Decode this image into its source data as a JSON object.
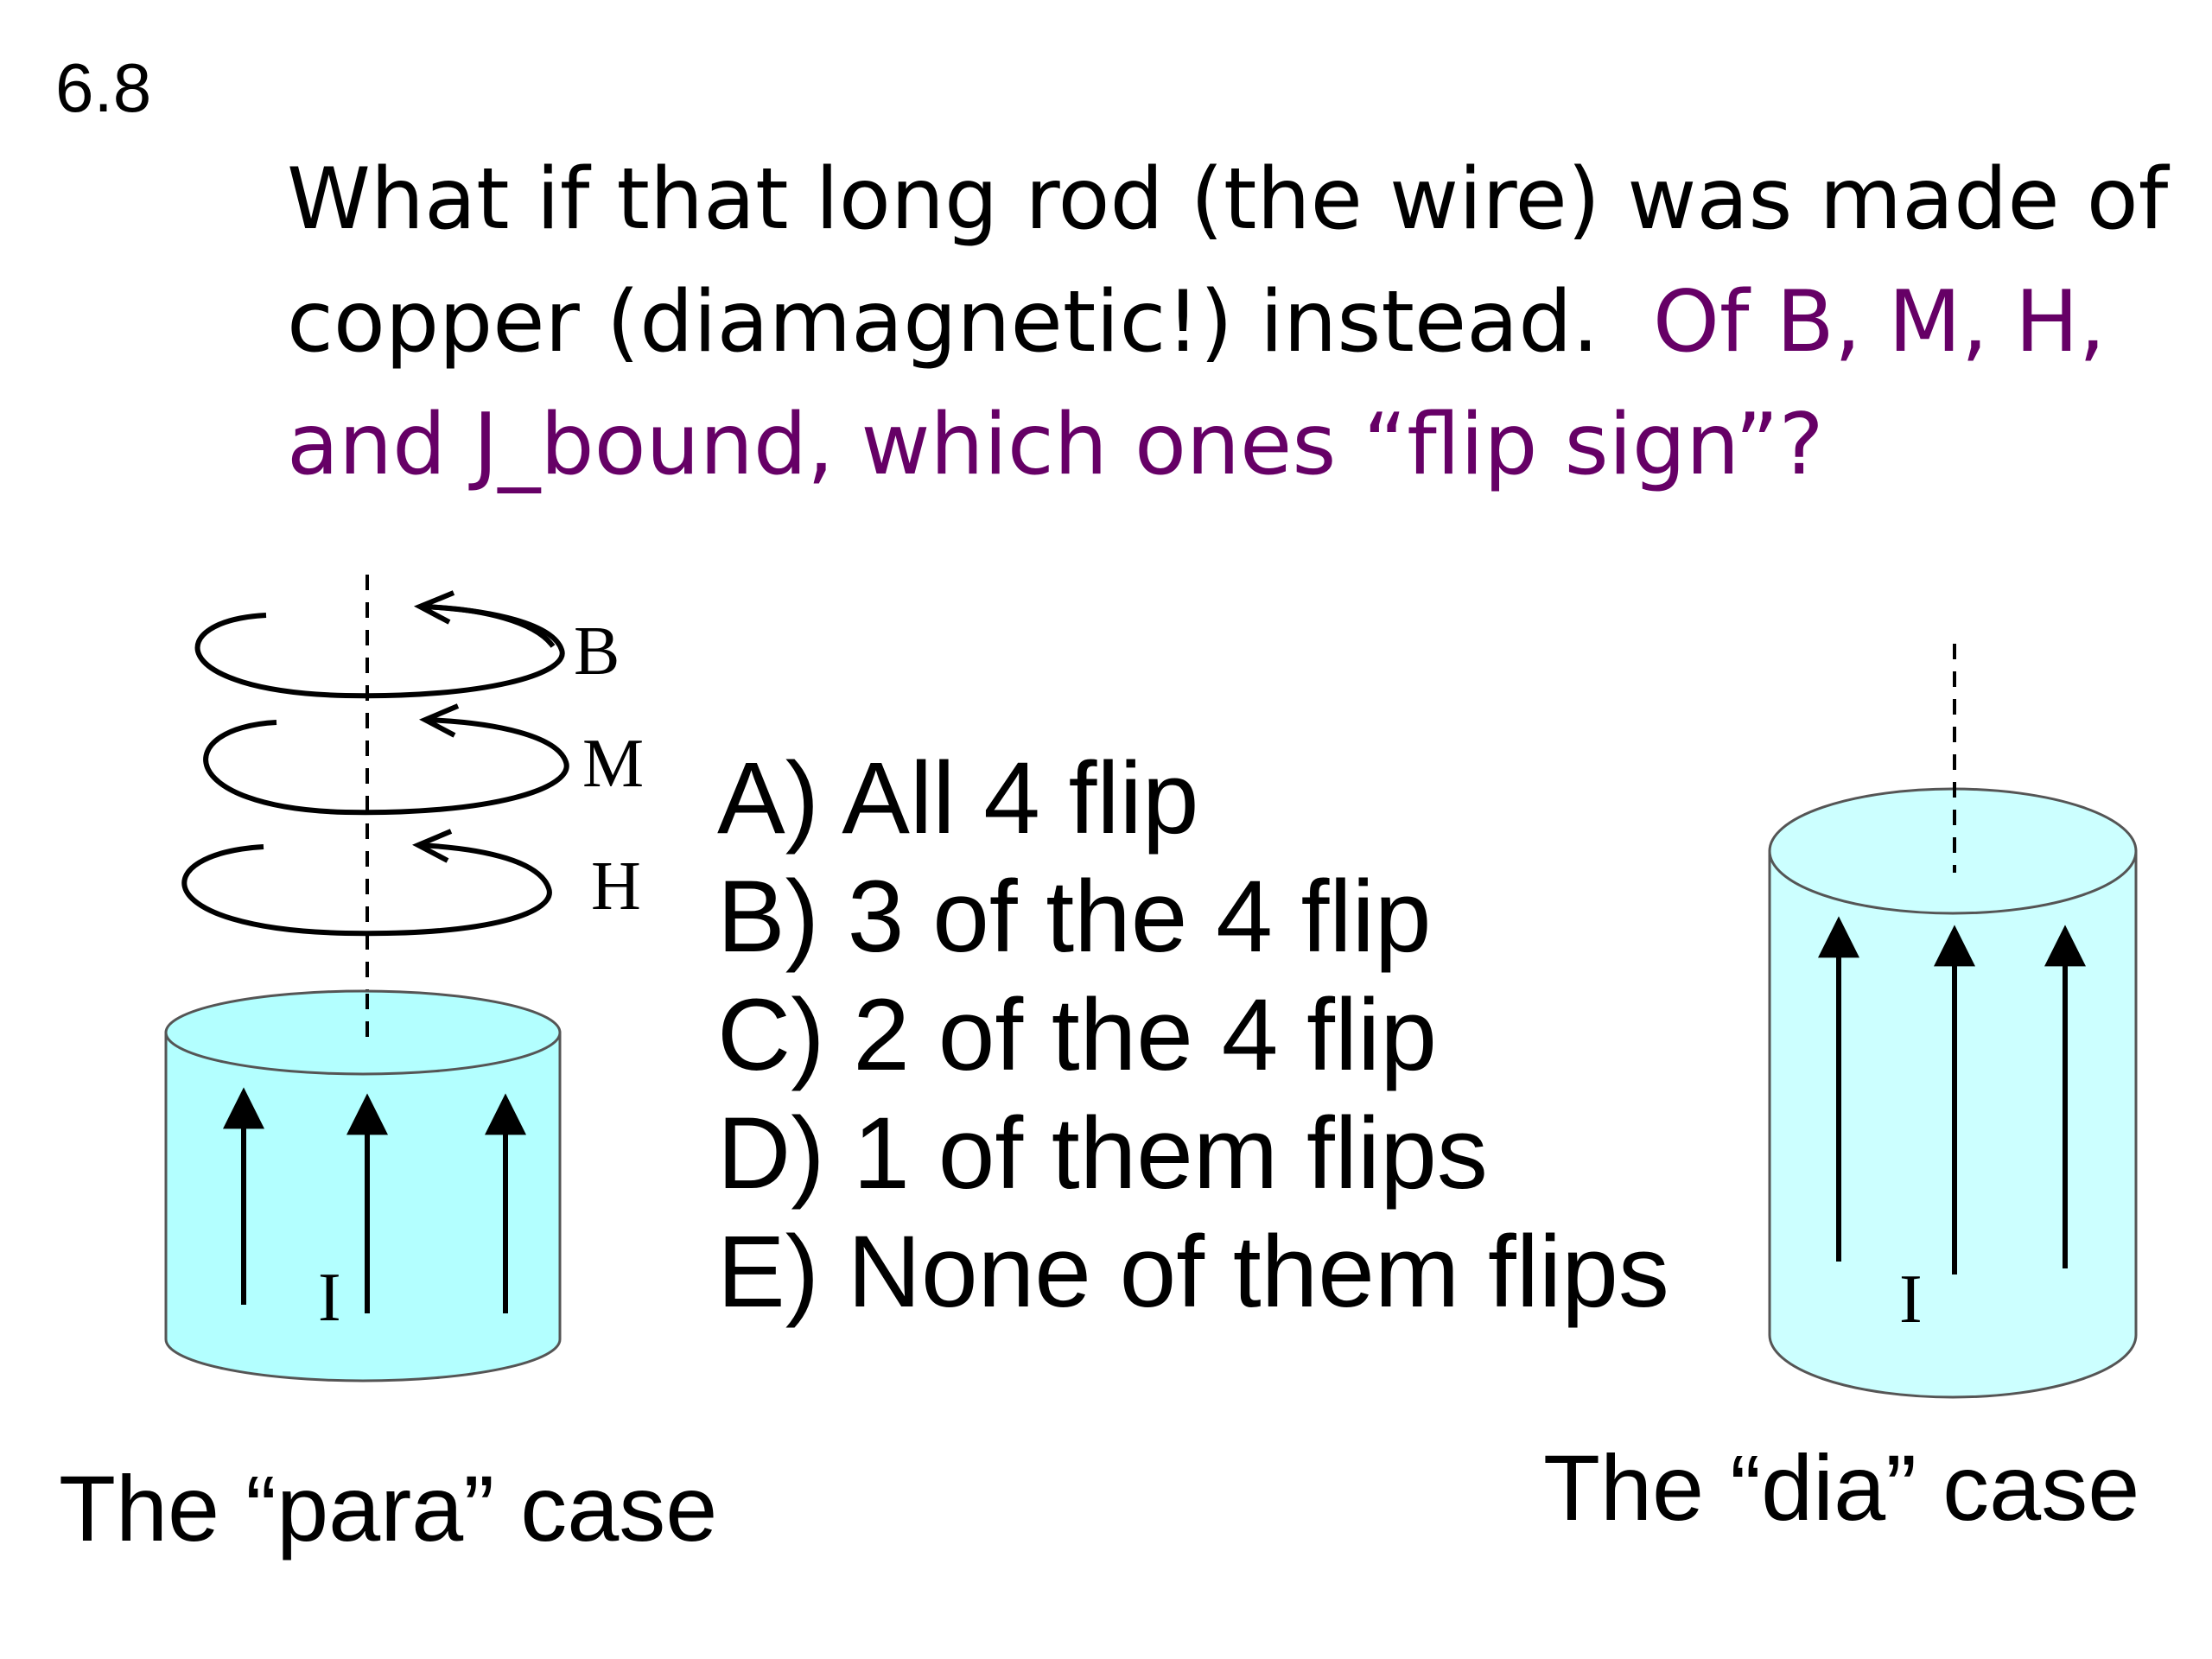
{
  "slide": {
    "number": "6.8",
    "question": {
      "line1": "What if that long rod (the wire) was made of",
      "line2_black": "copper (diamagnetic!) instead.  ",
      "line2_purple": "Of B, M, H,",
      "line3_purple": "and J_bound, which ones “flip sign”?"
    },
    "options": [
      "A) All 4 flip",
      "B) 3 of the 4 flip",
      "C) 2 of the 4 flip",
      "D) 1 of them flips",
      "E) None of them flips"
    ],
    "para_figure": {
      "loop_labels": [
        "B",
        "M",
        "H"
      ],
      "current_label": "I",
      "caption": "The “para” case"
    },
    "dia_figure": {
      "current_label": "I",
      "caption": "The “dia” case"
    }
  },
  "colors": {
    "question_accent": "#660066",
    "para_cylinder_fill": "#b3ffff",
    "dia_cylinder_fill": "#ccffff",
    "ink": "#000000"
  }
}
